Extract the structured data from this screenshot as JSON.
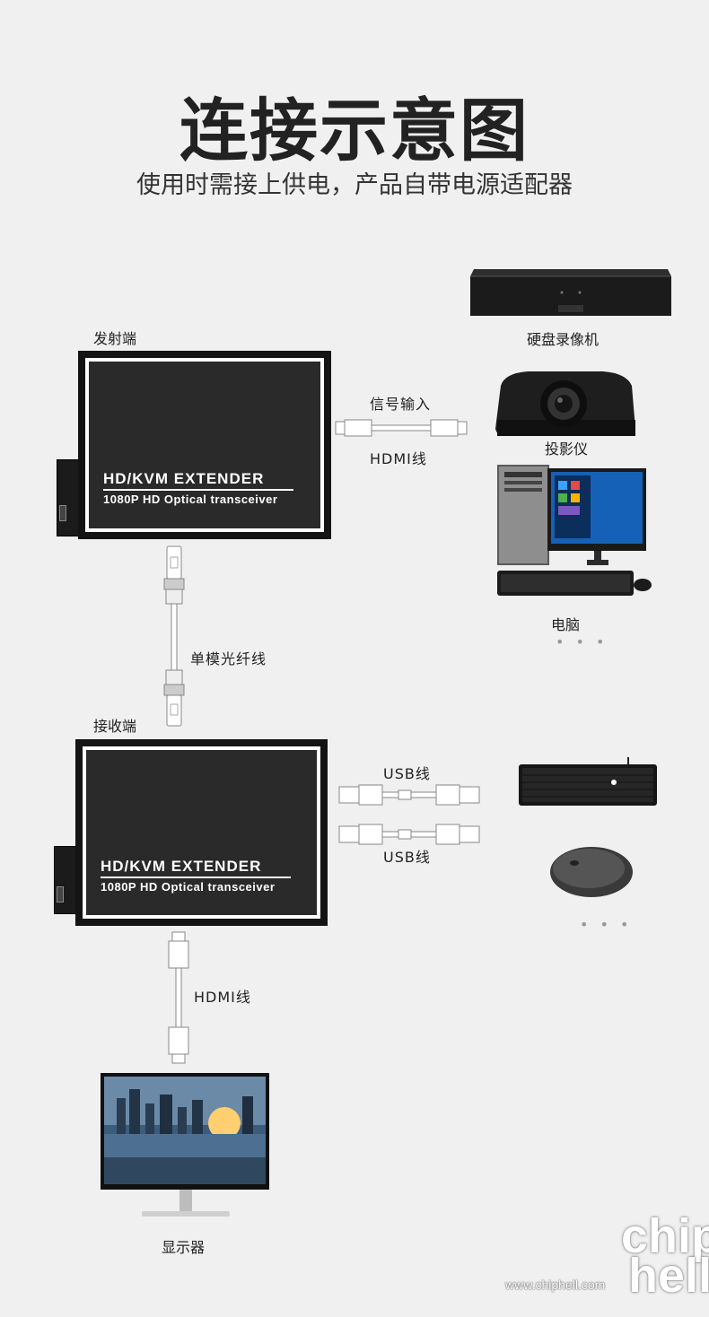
{
  "title": "连接示意图",
  "subtitle": "使用时需接上供电，产品自带电源适配器",
  "transmitter": {
    "label": "发射端",
    "brand": "HD/KVM EXTENDER",
    "model": "1080P HD Optical transceiver"
  },
  "receiver": {
    "label": "接收端",
    "brand": "HD/KVM EXTENDER",
    "model": "1080P HD Optical transceiver"
  },
  "cables": {
    "signal_input": "信号输入",
    "hdmi_top": "HDMI线",
    "fiber": "单模光纤线",
    "usb_1": "USB线",
    "usb_2": "USB线",
    "hdmi_bottom": "HDMI线"
  },
  "devices": {
    "nvr": "硬盘录像机",
    "projector": "投影仪",
    "computer": "电脑",
    "monitor": "显示器",
    "more_sources": "• • •",
    "more_peripherals": "• • •"
  },
  "watermark": {
    "url": "www.chiphell.com",
    "logo_top": "chip",
    "logo_bottom": "hell"
  },
  "colors": {
    "background": "#f0f0f0",
    "device_black": "#1a1a1a",
    "frame_white": "#ffffff"
  }
}
